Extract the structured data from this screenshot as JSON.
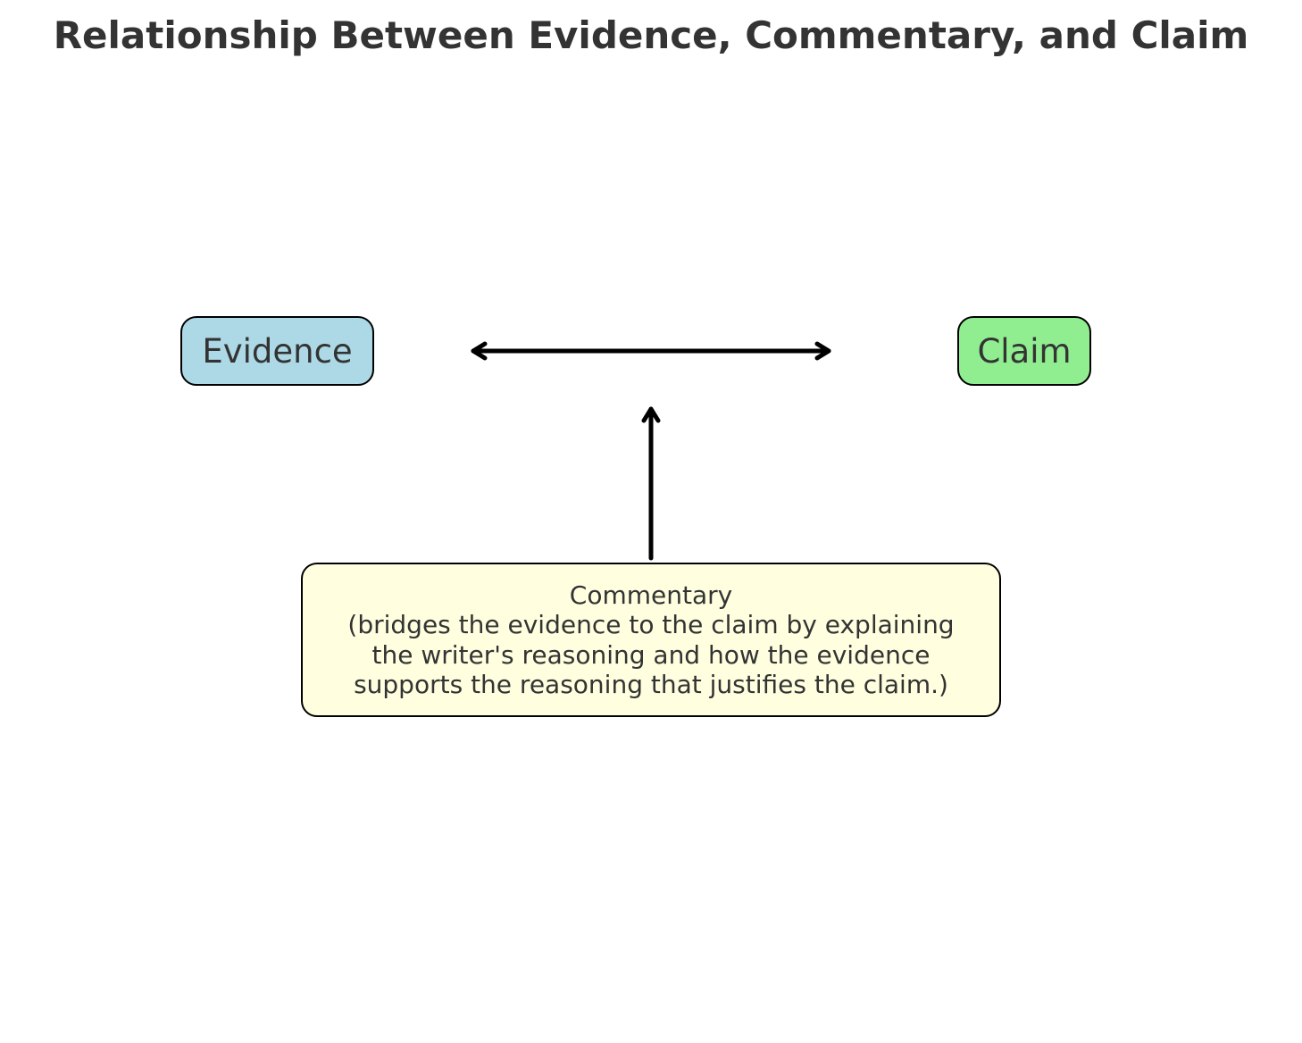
{
  "title": "Relationship Between Evidence, Commentary, and Claim",
  "nodes": {
    "evidence": {
      "label": "Evidence",
      "fill": "#add8e6"
    },
    "claim": {
      "label": "Claim",
      "fill": "#90ee90"
    },
    "commentary": {
      "fill": "#ffffe0",
      "lines": [
        "Commentary",
        "(bridges the evidence to the claim by explaining",
        "the writer's reasoning and how the evidence",
        "supports the reasoning that justifies the claim.)"
      ]
    }
  },
  "edges": [
    {
      "from": "evidence",
      "to": "claim",
      "style": "double-headed arrow"
    },
    {
      "from": "commentary",
      "to": "evidence-claim link",
      "style": "single-headed arrow"
    }
  ],
  "colors": {
    "text": "#333333",
    "stroke": "#000000",
    "background": "#ffffff"
  }
}
